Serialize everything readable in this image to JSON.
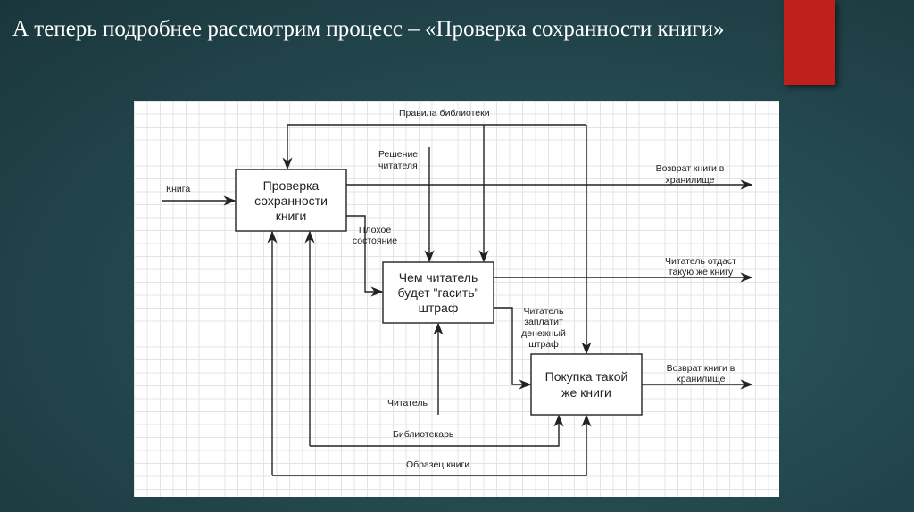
{
  "slide": {
    "title": "А теперь подробнее рассмотрим процесс – «Проверка сохранности книги»",
    "accent_color": "#c0201c"
  },
  "diagram": {
    "boxes": [
      {
        "lines": [
          "Проверка",
          "сохранности",
          "книги"
        ]
      },
      {
        "lines": [
          "Чем читатель",
          "будет \"гасить\"",
          "штраф"
        ]
      },
      {
        "lines": [
          "Покупка такой",
          "же книги"
        ]
      }
    ],
    "labels": {
      "rules": "Правила библиотеки",
      "decision": [
        "Решение",
        "читателя"
      ],
      "input": "Книга",
      "out1": [
        "Возврат книги в",
        "хранилище"
      ],
      "bad": [
        "Плохое",
        "состояние"
      ],
      "out2": [
        "Читатель отдаст",
        "такую же книгу"
      ],
      "pay": [
        "Читатель",
        "заплатит",
        "денежный",
        "штраф"
      ],
      "out3": [
        "Возврат книги в",
        "хранилище"
      ],
      "reader": "Читатель",
      "librarian": "Библиотекарь",
      "sample": "Образец книги"
    }
  }
}
